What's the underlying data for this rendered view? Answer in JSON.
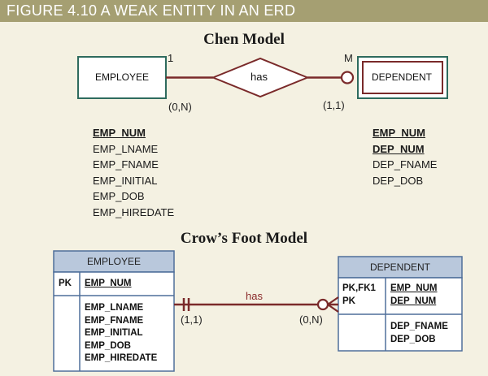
{
  "figure_title": "FIGURE 4.10  A WEAK ENTITY IN AN ERD",
  "chen": {
    "heading": "Chen Model",
    "employee_label": "EMPLOYEE",
    "relationship_label": "has",
    "dependent_label": "DEPENDENT",
    "cardinality_left": "1",
    "cardinality_right": "M",
    "connectivity_left": "(0,N)",
    "connectivity_right": "(1,1)",
    "employee_attributes": [
      {
        "name": "EMP_NUM",
        "key": true
      },
      {
        "name": "EMP_LNAME",
        "key": false
      },
      {
        "name": "EMP_FNAME",
        "key": false
      },
      {
        "name": "EMP_INITIAL",
        "key": false
      },
      {
        "name": "EMP_DOB",
        "key": false
      },
      {
        "name": "EMP_HIREDATE",
        "key": false
      }
    ],
    "dependent_attributes": [
      {
        "name": "EMP_NUM",
        "key": true
      },
      {
        "name": "DEP_NUM",
        "key": true
      },
      {
        "name": "DEP_FNAME",
        "key": false
      },
      {
        "name": "DEP_DOB",
        "key": false
      }
    ]
  },
  "crows_foot": {
    "heading": "Crow’s Foot Model",
    "employee": {
      "title": "EMPLOYEE",
      "pk_label": "PK",
      "pk_field": "EMP_NUM",
      "fields": [
        "EMP_LNAME",
        "EMP_FNAME",
        "EMP_INITIAL",
        "EMP_DOB",
        "EMP_HIREDATE"
      ]
    },
    "dependent": {
      "title": "DEPENDENT",
      "pk_labels": [
        "PK,FK1",
        "PK"
      ],
      "pk_fields": [
        "EMP_NUM",
        "DEP_NUM"
      ],
      "fields": [
        "DEP_FNAME",
        "DEP_DOB"
      ]
    },
    "relationship_label": "has",
    "connectivity_left": "(1,1)",
    "connectivity_right": "(0,N)"
  },
  "colors": {
    "background": "#f4f1e2",
    "title_bar": "#a59f72",
    "relationship_line": "#7a2a2a",
    "entity_border_chen": "#2e6b5e",
    "crowsfoot_header": "#b9c8dc",
    "crowsfoot_border": "#4f6f9a"
  }
}
